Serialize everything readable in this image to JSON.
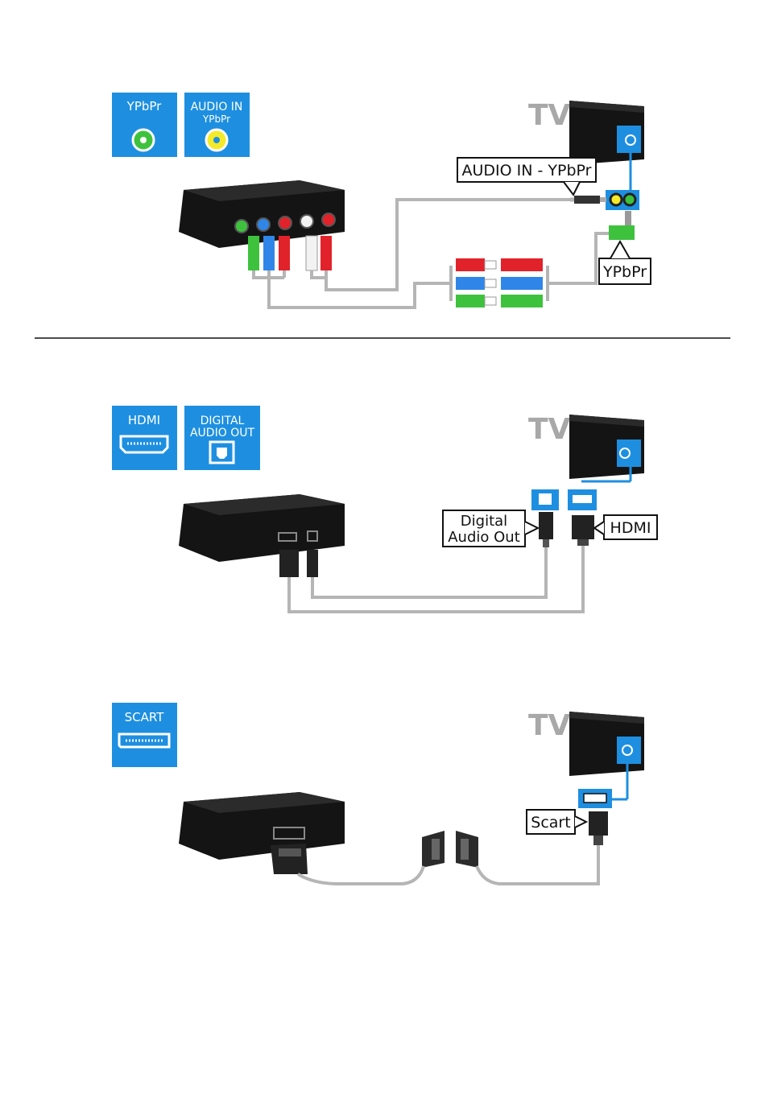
{
  "sections": {
    "ypbpr": {
      "tile_port": {
        "label": "YPbPr"
      },
      "tile_audio": {
        "line1": "AUDIO IN",
        "line2": "YPbPr"
      },
      "tv_label": "TV",
      "callout_audio": "AUDIO IN - YPbPr",
      "callout_video": "YPbPr"
    },
    "hdmi": {
      "tile_hdmi": {
        "label": "HDMI"
      },
      "tile_digital": {
        "line1": "DIGITAL",
        "line2": "AUDIO OUT"
      },
      "tv_label": "TV",
      "callout_digital": {
        "line1": "Digital",
        "line2": "Audio Out"
      },
      "callout_hdmi": "HDMI"
    },
    "scart": {
      "tile_scart": {
        "label": "SCART"
      },
      "tv_label": "TV",
      "callout_scart": "Scart"
    }
  },
  "colors": {
    "tile_blue": "#1e8fe0",
    "cable_gray": "#b5b5b5",
    "device_black": "#141414",
    "component_green": "#3ec23e",
    "component_blue": "#2f86e8",
    "component_red": "#e2222a",
    "audio_white": "#f2f2f2",
    "audio_yellow": "#f4ea2a"
  },
  "icons": [
    "rca-jack-icon",
    "hdmi-port-icon",
    "optical-port-icon",
    "scart-port-icon",
    "tv-icon",
    "set-top-box-icon"
  ]
}
